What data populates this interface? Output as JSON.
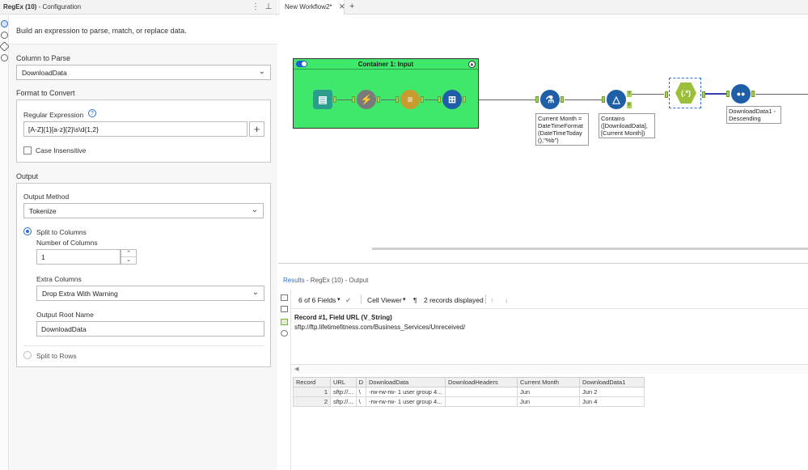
{
  "config": {
    "title_bold": "RegEx (10)",
    "title_rest": " - Configuration",
    "description": "Build an expression to parse, match, or replace data.",
    "column_to_parse": {
      "label": "Column to Parse",
      "value": "DownloadData"
    },
    "format_to_convert": {
      "label": "Format to Convert"
    },
    "regular_expression": {
      "label": "Regular Expression",
      "value": "[A-Z]{1}[a-z]{2}\\s\\d{1,2}",
      "add_symbol": "+"
    },
    "case_insensitive": {
      "label": "Case Insensitive",
      "checked": false
    },
    "output": {
      "label": "Output"
    },
    "output_method": {
      "label": "Output Method",
      "value": "Tokenize"
    },
    "split_to_columns": {
      "label": "Split to Columns"
    },
    "number_of_columns": {
      "label": "Number of Columns",
      "value": "1"
    },
    "extra_columns": {
      "label": "Extra Columns",
      "value": "Drop Extra With Warning"
    },
    "output_root_name": {
      "label": "Output Root Name",
      "value": "DownloadData"
    },
    "split_to_rows": {
      "label": "Split to Rows"
    }
  },
  "workflow": {
    "tab_name": "New Workflow2*",
    "container": {
      "title": "Container 1: Input"
    },
    "nodes": [
      {
        "icon": "book-icon",
        "color": "#2a9d8f"
      },
      {
        "icon": "lightning-icon",
        "color": "#7a7a7a"
      },
      {
        "icon": "parse-icon",
        "color": "#c89b2e"
      },
      {
        "icon": "table-icon",
        "color": "#1f5fa8"
      }
    ],
    "formula_label": "Current Month =\nDateTimeFormat\n(DateTimeToday\n(),\"%b\")",
    "filter_label": "Contains\n([DownloadData],\n[Current Month])",
    "sort_label": "DownloadData1 -\nDescending",
    "filter_true": "T",
    "filter_false": "F"
  },
  "results": {
    "title_prefix": "Results",
    "title_source": " - RegEx (10) - Output",
    "fields_selector": "6 of 6 Fields",
    "cell_viewer": "Cell Viewer",
    "records_displayed": "2 records displayed",
    "record_header": "Record #1, Field URL (V_String)",
    "record_value": "sftp://ftp.lifetimefitness.com/Business_Services/Unreceived/",
    "columns": [
      "Record",
      "URL",
      "D",
      "DownloadData",
      "DownloadHeaders",
      "Current Month",
      "DownloadData1"
    ],
    "rows": [
      [
        "1",
        "sftp://...",
        "\\",
        "-rw-rw-rw- 1 user group 4...",
        "",
        "Jun",
        "Jun 2"
      ],
      [
        "2",
        "sftp://...",
        "\\",
        "-rw-rw-rw- 1 user group 4...",
        "",
        "Jun",
        "Jun 4"
      ]
    ]
  }
}
